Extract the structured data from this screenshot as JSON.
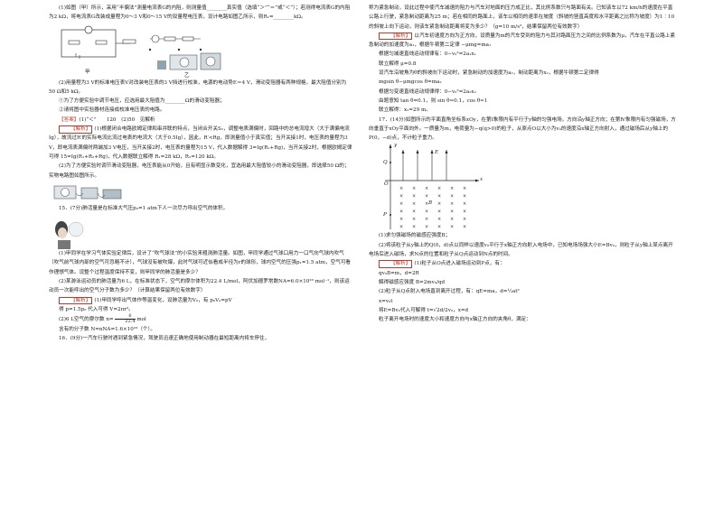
{
  "left": {
    "q14_p1": "(1)如图（甲）所示，采用“半偏法”测量电流表G的内阻，则测量值________真实值（选填“＞”“＝”或“＜”）；若测得电流表G的内阻为2 kΩ，将电流表G改装成量程为0～3 V和0～15 V的双量程电压表，设计电路如图乙所示，则R₁=________kΩ。",
    "fig_jia": "甲",
    "fig_yi": "乙",
    "q14_p2": "(2)用量程为3 V的标准电压表V对改装电压表的3 V挡进行校准，电源的电动势E＝4 V，滑动变阻器有两种规格，最大阻值分别为50 Ω和5 kΩ。",
    "q14_p3": "①为了方便实验中调节电压，应选用最大阻值为________Ω的滑动变阻器；",
    "q14_p4": "②请将图中实验器材连接成校准电压表的电路。",
    "answer_tag": "【答案】",
    "q14_answer": "(1)“＜”　　120　(2)50　见解析",
    "analysis_tag": "【解析】",
    "q14_an1": "(1)根据闭合电路欧姆定律和串并联的特点，当闭合开关S₂，调整电表满偏时，回路中的总电流增大（大于满偏电流Ig），故流过R′的实际电流比流过电表的电流大（大于0.5Ig），因此，R′<Rg，即测量值小于真实值；当开关接1时，电压表的量程为3 V，即电流表满偏时两端加3 V电压，当开关接2时，电压表的量程为15 V，代入数据解得 3=Ig(R₁+Rg)，当开关接2时，根据欧姆定律可得 15=Ig(R₁+R₂+Rg)，代入数据联立解得 R₁=28 kΩ，R₂=120 kΩ。",
    "q14_an2": "(2)为了方便实验时调节滑动变阻器，电压表能从0开始，且有明显示数变化，宜选用最大阻值较小的滑动变阻器，即选择50 Ω的；实物电路图如图所示。",
    "q15_p1": "15．(7分)肺活量是在标准大气压p₀=1 atm下人一次尽力呼出空气的体积。",
    "q15_p2": "(1)甲同学在学习气体实验定律后，设计了“吹气球法”的小实验来粗测肺活量。如图，甲同学通过气球口用力一口气向气球内吹气（吹气前气球内部的空气可忽略不计），气球没有被吹爆，此时气球可近似看成半径为r的球形，球内空气的压强p₁=1.5 atm，空气可看作理想气体。设整个过程温度保持不变，则甲同学的肺活量是多少？",
    "q15_p3": "(2)某游泳运动员的肺活量为6 L，在标准状态下，空气的摩尔体积为22.4 L/mol，阿伏加德罗常数NA=6.0×10²³ mol⁻¹，则该运动员一次能呼出的空气分子数为多少？（计算结果保留两位有效数字）",
    "q15_an1": "(1)甲同学呼出气体作等温变化，设肺活量为V₀，有 p₀V₀=pV",
    "q15_an2": "得 p=1.5p₀ 代入可得 V=2πr³。",
    "q15_an3a": "(2)6 L空气的摩尔数 n=",
    "q15_an3b": "mol",
    "q15_frac_num": "6",
    "q15_frac_den": "22.4",
    "q15_an4": "含有的分子数 N=nNA=1.6×10²³（个）。",
    "q16_p1": "16．(9分)一汽车行驶时遇到紧急情况，驾驶员迅速正确地使用制动器在最短距离内将车停住，"
  },
  "right": {
    "q16_p2": "称为紧急制动，设此过程中使汽车减速的阻力与汽车对地面的压力成正比，其比例系数只与路面有关。已知该车以72 km/h的速度在平直公路上行驶，紧急制动距离为25 m；若在相同的路面上，该车以相同的速率在坡度（斜坡的竖直高度和水平距离之比称为坡度）为1∶10的斜坡上向下运动，则该车紧急制动距离将变为多少？（g=10 m/s²，结果保留两位有效数字）",
    "analysis_tag": "【解析】",
    "q16_an1": "以汽车初速度方向为正方向，设质量为m的汽车受到的阻力与其对路面压力之间的比例系数为μ，汽车在平直公路上紧急制动的加速度为a₁，根据牛顿第二定律 −μmg=ma₁",
    "q16_an2": "根据匀减速直线运动规律有：0−v₀²=2a₁x₁",
    "q16_an3": "联立解得 μ=0.8",
    "q16_an4": "设汽车沿坡角为θ的斜坡向下运动时，紧急制动的加速度为a₂，制动距离为x₂，根据牛顿第二定律得",
    "q16_an5": "mgsin θ−μmgcos θ=ma₂",
    "q16_an6": "根据匀变速直线运动规律得：0−v₀²=2a₂x₂",
    "q16_an7": "由题意知 tan θ=0.1，则 sin θ≈0.1，cos θ≈1",
    "q16_an8": "联立解得：x₂=29 m。",
    "q17_p1": "17．(14分)如图所示的平面直角坐标系xOy，在第Ⅰ象限内有平行于y轴的匀强电场，方向沿y轴正方向；在第Ⅳ象限内有匀强磁场，方向垂直于xOy平面向外。一质量为m，电荷量为−q(q>0)的粒子，从原点O以大小为v₀的速度沿x轴正方向射入，通过磁场后从y轴上的P(0，−d)点，不计粒子重力。",
    "fig_label_y": "y",
    "fig_label_x": "x",
    "fig_label_E": "E",
    "fig_label_O": "O",
    "fig_label_P": "P",
    "fig_label_Q": "Q",
    "fig_label_B": "B",
    "q17_p2": "(1)求匀强磁场的磁感应强度B；",
    "q17_p3": "(2)将该粒子从y轴上的Q(0，d)点以同样以速度v₀平行于x轴正方向射入电场中，已知电场场强大小E=Bv₀，则粒子从y轴上某点离开电场后进入磁场，求N点的位置和粒子从Q点运动到N点的时间。",
    "q17_an1": "(1)粒子从O点进入磁场运动到P点，有：",
    "q17_an2": "qv₀B=m，d=2R",
    "q17_an3": "解得磁感应强度 B=2mv₀/qd",
    "q17_an4": "(2)粒子从Q点射入电场直到离开过程，有：qE=ma，d=½at²",
    "q17_an5": "x=v₀t",
    "q17_an6": "将E=Bv₀代入可解得 t=√2d/2v₀，x=d",
    "q17_an7": "粒子离开电场时的速度大小和速度方向与x轴正方向的夹角θ，满足："
  },
  "colors": {
    "answer": "#c0392b",
    "text": "#1a1a1a"
  }
}
